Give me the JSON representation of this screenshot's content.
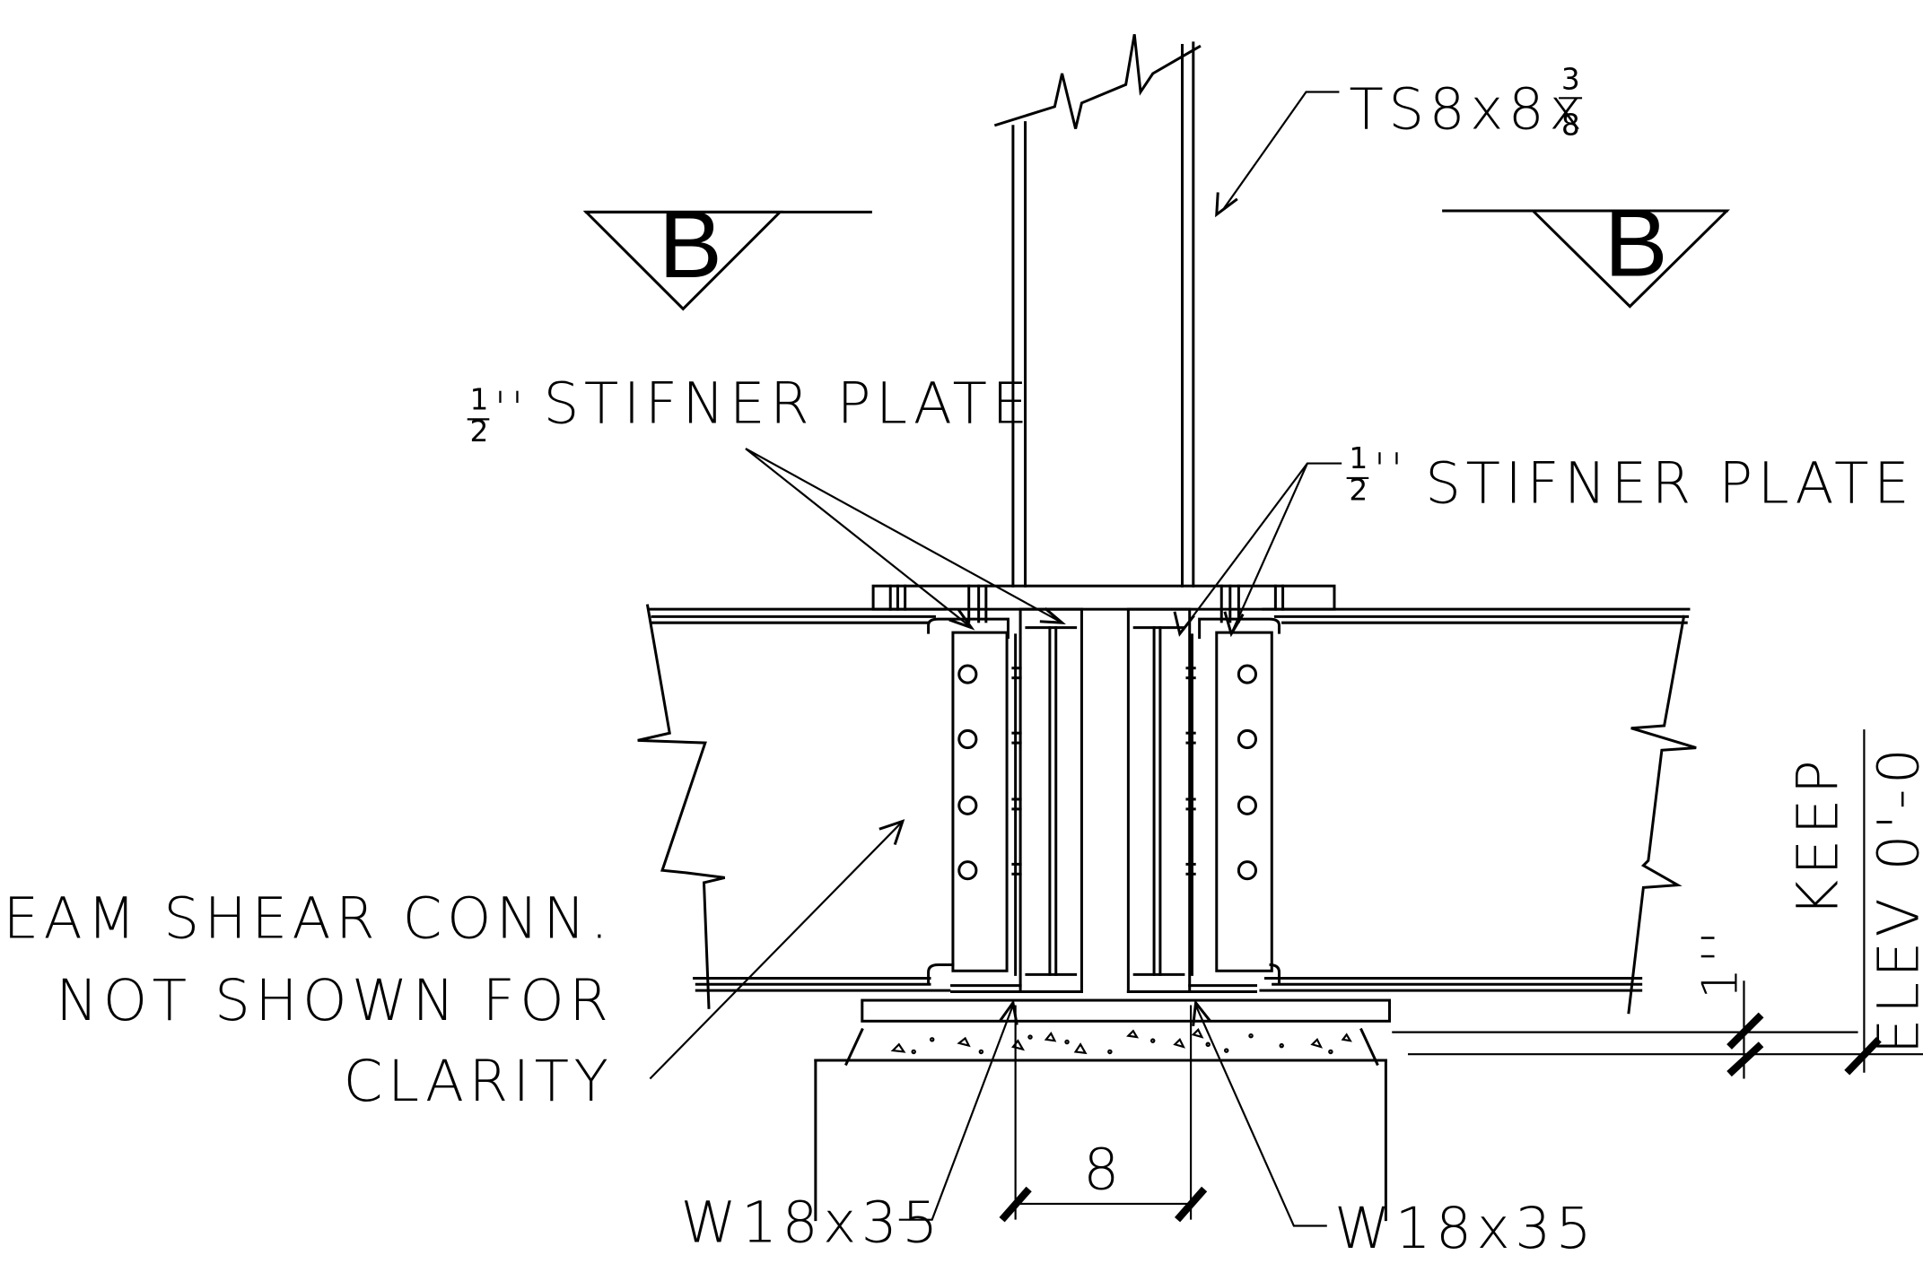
{
  "column_label": {
    "main": "TS8x8x",
    "frac_num": "3",
    "frac_den": "8"
  },
  "section_markers": {
    "left": "B",
    "right": "B"
  },
  "stiffener_left": {
    "frac_num": "1",
    "frac_den": "2",
    "inch": "''",
    "text": "STIFNER PLATE"
  },
  "stiffener_right": {
    "frac_num": "1",
    "frac_den": "2",
    "inch": "''",
    "text": "STIFNER PLATE"
  },
  "beam_note": {
    "line1": "BEAM SHEAR CONN.",
    "line2": "NOT SHOWN FOR",
    "line3": "CLARITY"
  },
  "beam_left": "W18x35",
  "beam_right": "W18x35",
  "dim_center": "8",
  "dim_one_inch": "1''",
  "keep_label": "KEEP",
  "elev_label": "ELEV 0'-0"
}
